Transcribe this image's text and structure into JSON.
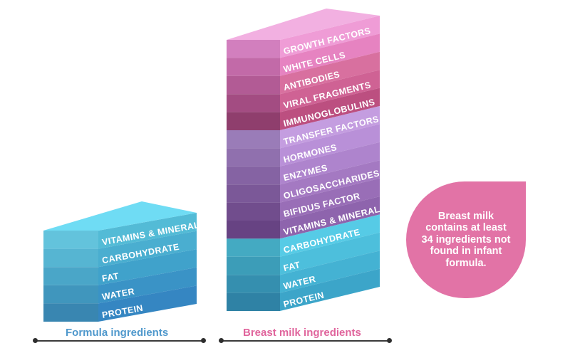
{
  "formula": {
    "caption": "Formula ingredients",
    "caption_color": "#4f98cc",
    "layers": [
      {
        "label": "VITAMINS & MINERALS",
        "front": "#63c3dc",
        "side": "#53bbd6",
        "top": "#6fdcf4"
      },
      {
        "label": "CARBOHYDRATE",
        "front": "#56b5d2",
        "side": "#4aaed0"
      },
      {
        "label": "FAT",
        "front": "#4aa6c8",
        "side": "#40a2cb"
      },
      {
        "label": "WATER",
        "front": "#4096bd",
        "side": "#3a93c6"
      },
      {
        "label": "PROTEIN",
        "front": "#3986b1",
        "side": "#3586c2"
      }
    ]
  },
  "breast": {
    "caption": "Breast milk ingredients",
    "caption_color": "#e0649c",
    "layers": [
      {
        "label": "GROWTH FACTORS",
        "front": "#d27fbe",
        "side": "#ef9cd6",
        "top": "#f2b0e1"
      },
      {
        "label": "WHITE CELLS",
        "front": "#c26aa8",
        "side": "#e683c1"
      },
      {
        "label": "ANTIBODIES",
        "front": "#b25b95",
        "side": "#d8709f"
      },
      {
        "label": "VIRAL FRAGMENTS",
        "front": "#a34c82",
        "side": "#cf6294"
      },
      {
        "label": "IMMUNOGLOBULINS",
        "front": "#8f3e6d",
        "side": "#bc4f80"
      },
      {
        "label": "TRANSFER FACTORS",
        "front": "#9a7cb8",
        "side": "#c49de0"
      },
      {
        "label": "HORMONES",
        "front": "#9070ae",
        "side": "#b990d8"
      },
      {
        "label": "ENZYMES",
        "front": "#8563a3",
        "side": "#ae84cd"
      },
      {
        "label": "OLIGOSACCHARIDES",
        "front": "#7b5898",
        "side": "#a479c2"
      },
      {
        "label": "BIFIDUS FACTOR",
        "front": "#714d8d",
        "side": "#996eb7"
      },
      {
        "label": "VITAMINS & MINERALS",
        "front": "#674383",
        "side": "#8e64ad"
      },
      {
        "label": "CARBOHYDRATE",
        "front": "#44aac2",
        "side": "#56cbe6"
      },
      {
        "label": "FAT",
        "front": "#3c9db8",
        "side": "#4dbfdc"
      },
      {
        "label": "WATER",
        "front": "#358faf",
        "side": "#44b2d3"
      },
      {
        "label": "PROTEIN",
        "front": "#2f82a5",
        "side": "#3ca5c9"
      }
    ]
  },
  "callout": {
    "text": "Breast milk contains at least 34 ingredients not found in infant formula.",
    "color": "#e273a6"
  }
}
